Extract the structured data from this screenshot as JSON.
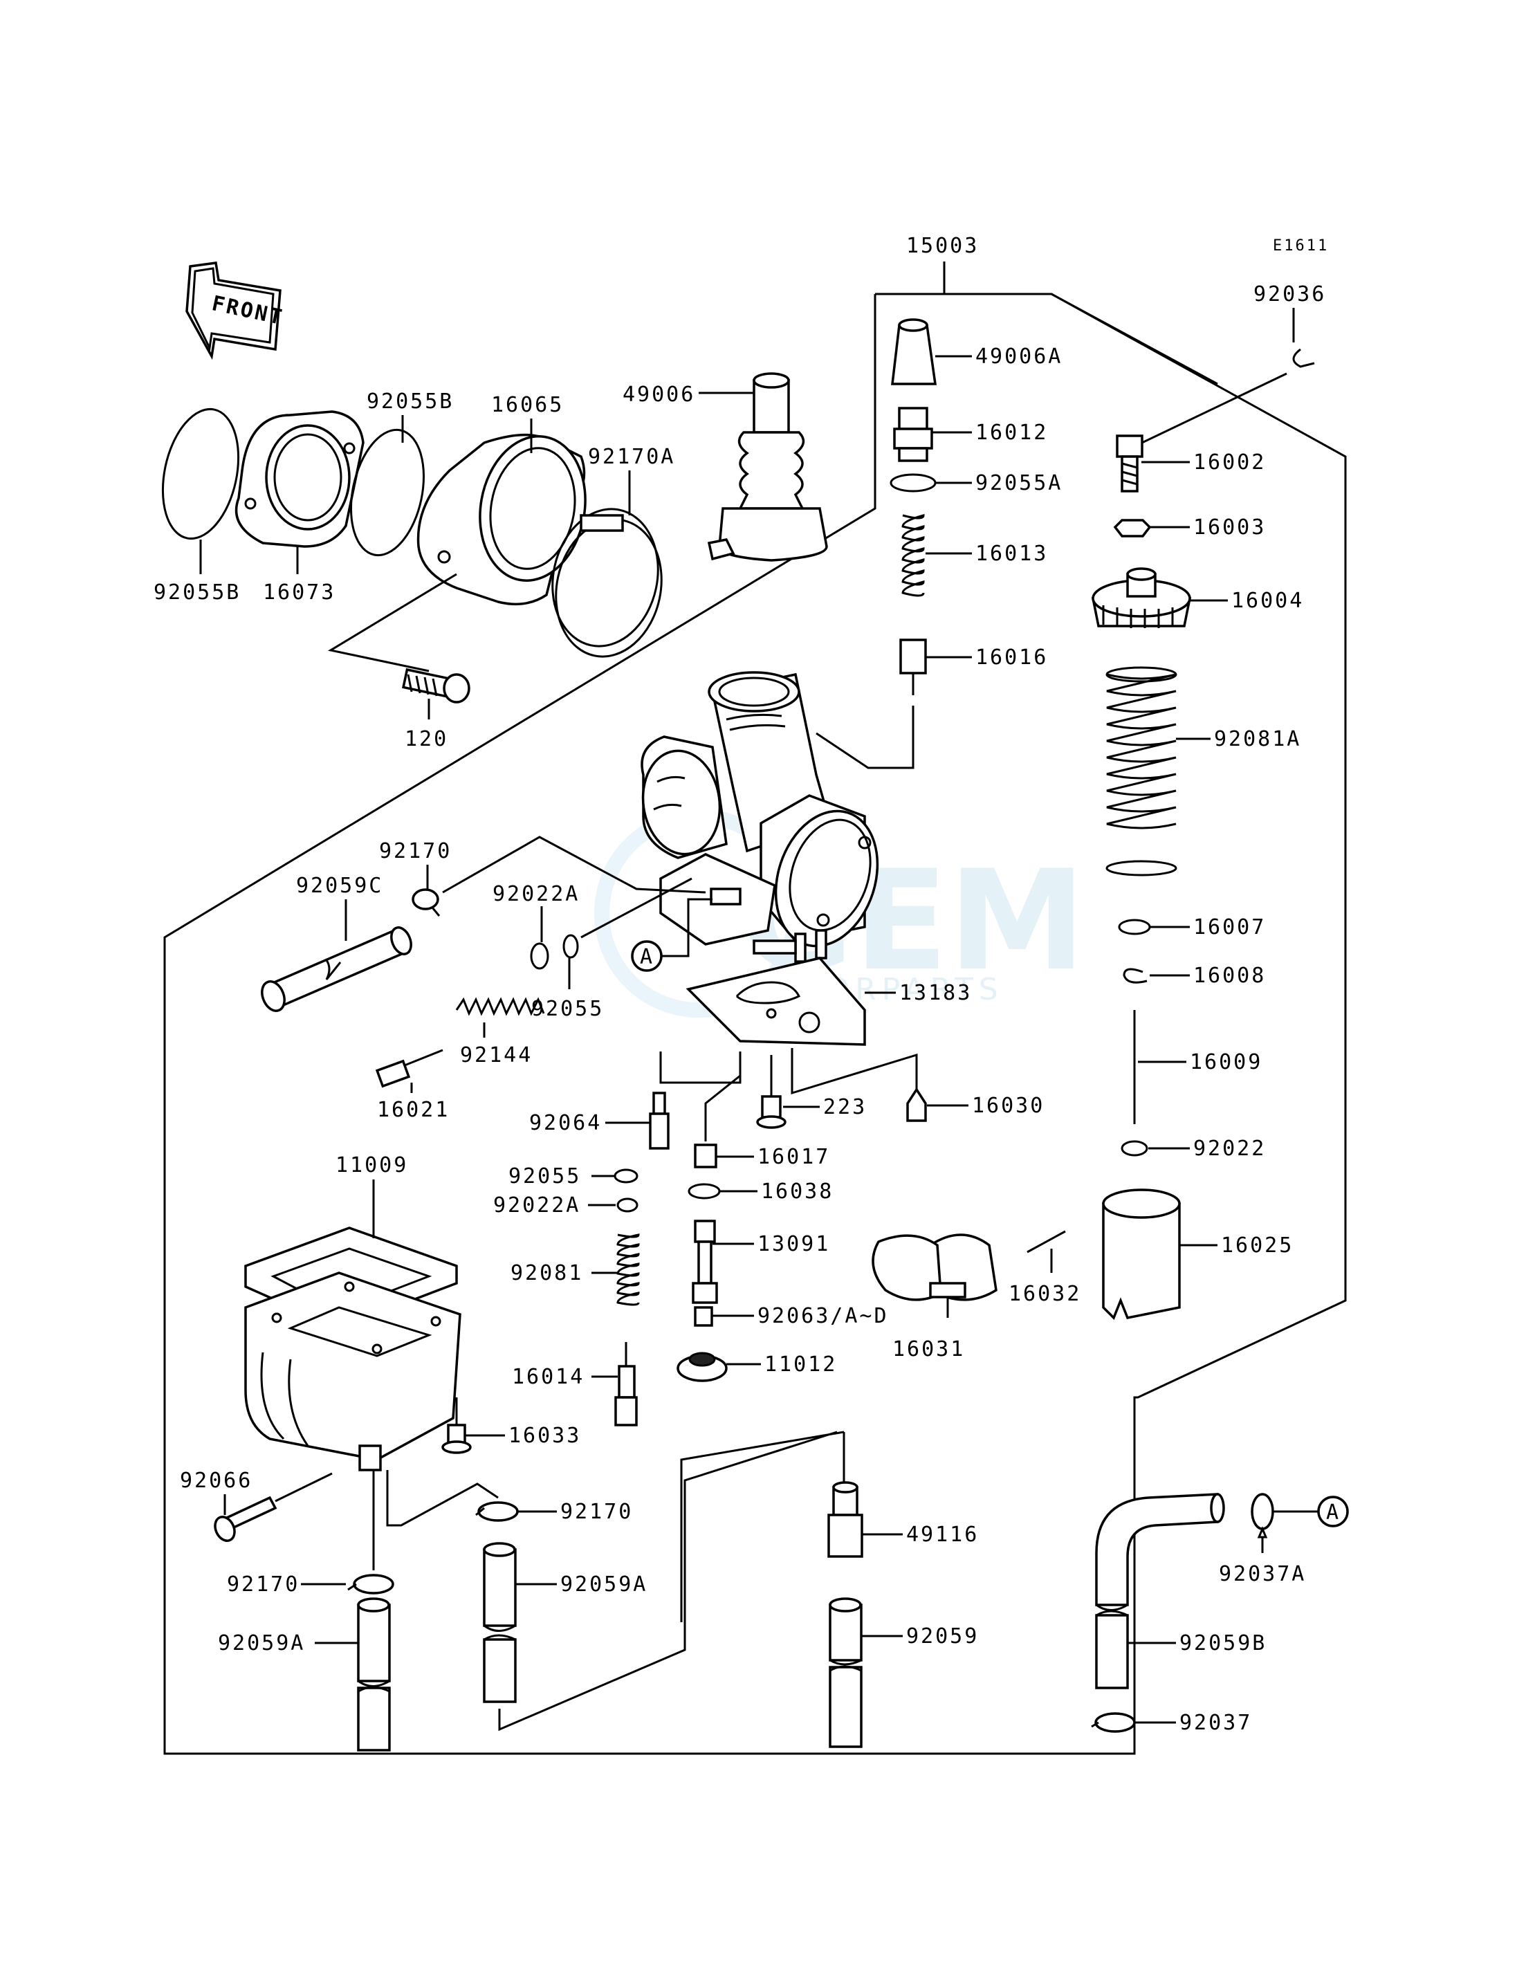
{
  "diagram_code": "E1611",
  "front_arrow_label": "FRONT",
  "watermark": {
    "brand": "GEM",
    "sub": "MOTORPARTS"
  },
  "parts": {
    "p15003": "15003",
    "p92036": "92036",
    "p49006A": "49006A",
    "p49006": "49006",
    "p16012": "16012",
    "p92055A": "92055A",
    "p16002": "16002",
    "p16003": "16003",
    "p16013": "16013",
    "p16004": "16004",
    "p16016": "16016",
    "p92081A": "92081A",
    "p92055B_top": "92055B",
    "p16065": "16065",
    "p92170A": "92170A",
    "p92055B_left": "92055B",
    "p16073": "16073",
    "p120": "120",
    "p92170_top": "92170",
    "p92059C": "92059C",
    "p92022A_top": "92022A",
    "p92055_mid": "92055",
    "p92144": "92144",
    "p16021": "16021",
    "p13183": "13183",
    "p16007": "16007",
    "p16008": "16008",
    "p16009": "16009",
    "p92064": "92064",
    "p223": "223",
    "p16030": "16030",
    "p92022": "92022",
    "p11009": "11009",
    "p92055_low": "92055",
    "p16017": "16017",
    "p92022A_low": "92022A",
    "p16038": "16038",
    "p13091": "13091",
    "p16025": "16025",
    "p92081": "92081",
    "p16032": "16032",
    "p92063": "92063/A~D",
    "p16031": "16031",
    "p16014": "16014",
    "p11012": "11012",
    "p16033": "16033",
    "p92066": "92066",
    "p92170_mid": "92170",
    "p92170_low": "92170",
    "p92059A_mid": "92059A",
    "p92059A_low": "92059A",
    "p49116": "49116",
    "p92059": "92059",
    "p92037A": "92037A",
    "p92059B": "92059B",
    "p92037": "92037",
    "callout_A": "A"
  }
}
